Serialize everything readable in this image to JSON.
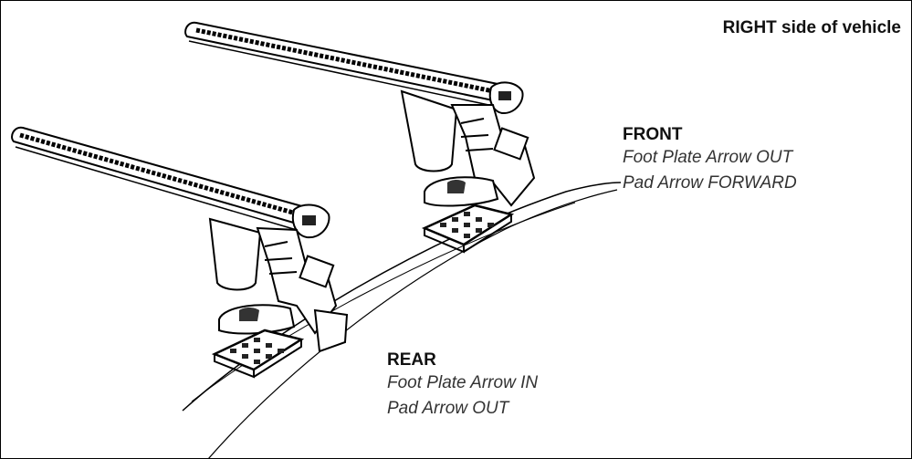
{
  "side_label": "RIGHT side of vehicle",
  "front": {
    "heading": "FRONT",
    "lines": [
      "Foot Plate Arrow OUT",
      "Pad Arrow FORWARD"
    ]
  },
  "rear": {
    "heading": "REAR",
    "lines": [
      "Foot Plate Arrow IN",
      "Pad Arrow OUT"
    ]
  },
  "colors": {
    "stroke": "#000000",
    "background": "#ffffff"
  }
}
